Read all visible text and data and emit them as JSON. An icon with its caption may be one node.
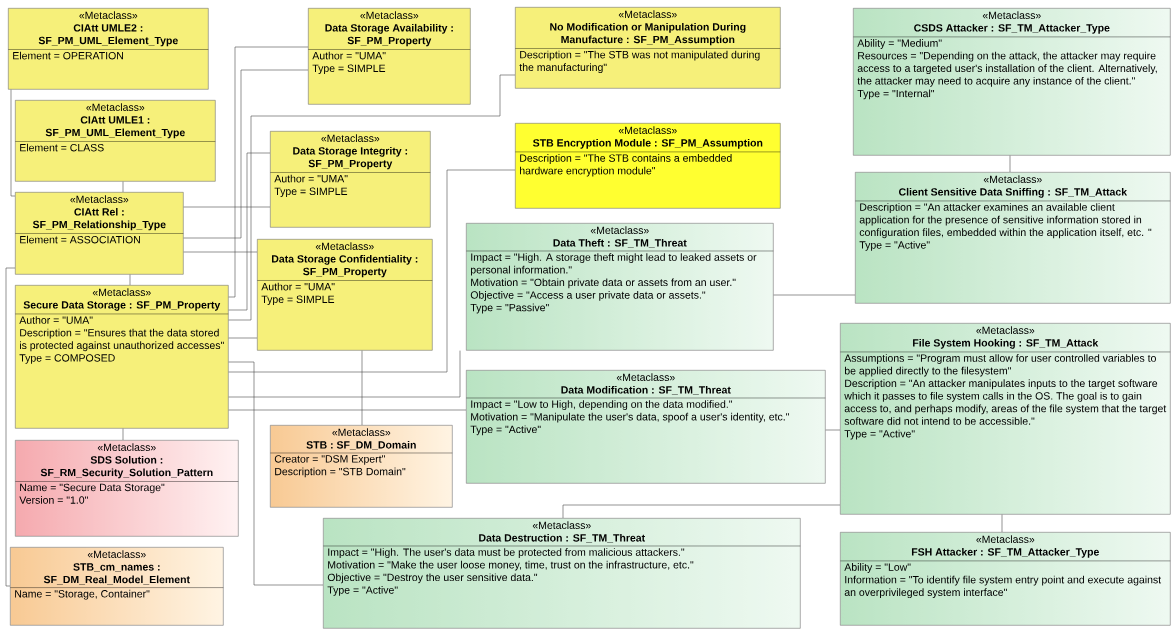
{
  "diagram": {
    "nodes": [
      {
        "text": [
          "«Metaclass»",
          "CIAtt UMLE2 : SF_PM_UML_Element_Type",
          "Element = OPERATION"
        ]
      },
      {
        "text": [
          "«Metaclass»",
          "CIAtt UMLE1 : SF_PM_UML_Element_Type",
          "Element = CLASS"
        ]
      },
      {
        "text": [
          "«Metaclass»",
          "CIAtt Rel : SF_PM_Relationship_Type",
          "Element = ASSOCIATION"
        ]
      },
      {
        "text": [
          "«Metaclass»",
          "Secure Data Storage : SF_PM_Property",
          "Author = \"UMA\"",
          "Description = \"Ensures that the data stored is protected against unauthorized accesses\"",
          "Type = COMPOSED"
        ]
      },
      {
        "text": [
          "«Metaclass»",
          "SDS Solution : SF_RM_Security_Solution_Pattern",
          "Name = \"Secure Data Storage\"",
          "Version = \"1.0\""
        ]
      },
      {
        "text": [
          "«Metaclass»",
          "STB_cm_names : SF_DM_Real_Model_Element",
          "Name = \"Storage, Container\""
        ]
      },
      {
        "text": [
          "«Metaclass»",
          "Data Storage Availability : SF_PM_Property",
          "Author = \"UMA\"",
          "Type = SIMPLE"
        ]
      },
      {
        "text": [
          "«Metaclass»",
          "Data Storage Integrity : SF_PM_Property",
          "Author = \"UMA\"",
          "Type = SIMPLE"
        ]
      },
      {
        "text": [
          "«Metaclass»",
          "Data Storage Confidentiality : SF_PM_Property",
          "Author = \"UMA\"",
          "Type = SIMPLE"
        ]
      },
      {
        "text": [
          "«Metaclass»",
          "No Modification or Manipulation During Manufacture : SF_PM_Assumption",
          "Description = \"The STB was not manipulated during the manufacturing\""
        ]
      },
      {
        "text": [
          "«Metaclass»",
          "STB Encryption Module : SF_PM_Assumption",
          "Description = \"The STB contains a embedded hardware encryption module\""
        ]
      },
      {
        "text": [
          "«Metaclass»",
          "STB : SF_DM_Domain",
          "Creator = \"DSM Expert\"",
          "Description = \"STB Domain\""
        ]
      },
      {
        "text": [
          "«Metaclass»",
          "Data Theft : SF_TM_Threat",
          "Impact = \"High. A storage theft might lead to leaked assets or personal information.\"",
          "Motivation = \"Obtain private data or assets from an user.\"",
          "Objective = \"Access a user private data or assets.\"",
          "Type = \"Passive\""
        ]
      },
      {
        "text": [
          "«Metaclass»",
          "Data Modification : SF_TM_Threat",
          "Impact = \"Low to High, depending on the data modified.\"",
          "Motivation = \"Manipulate the user's data, spoof a user's identity, etc.\"",
          "Type = \"Active\""
        ]
      },
      {
        "text": [
          "«Metaclass»",
          "Data Destruction : SF_TM_Threat",
          "Impact = \"High. The user's data must be protected from malicious attackers.\"",
          "Motivation = \"Make the user loose money, time, trust on the infrastructure, etc.\"",
          "Objective = \"Destroy the user sensitive data.\"",
          "Type = \"Active\""
        ]
      },
      {
        "text": [
          "«Metaclass»",
          "CSDS Attacker : SF_TM_Attacker_Type",
          "Ability = \"Medium\"",
          "Resources = \"Depending on the attack, the attacker may require access to a targeted user's installation of the client. Alternatively, the attacker may need to acquire any instance of the client.\"",
          "Type = \"Internal\""
        ]
      },
      {
        "text": [
          "«Metaclass»",
          "Client Sensitive Data Sniffing : SF_TM_Attack",
          "Description = \"An attacker examines an available client application for the presence of sensitive information stored in configuration files, embedded within the application itself, etc. \"",
          "Type = \"Active\""
        ]
      },
      {
        "text": [
          "«Metaclass»",
          "File System Hooking : SF_TM_Attack",
          "Assumptions = \"Program must allow for user controlled variables to be applied directly to the filesystem\"",
          "Description = \"An attacker manipulates inputs to the target software which it passes to file system calls in the OS. The goal is to gain access to, and perhaps modify, areas of the file system that the target software did not intend to be accessible.\"",
          "Type = \"Active\""
        ]
      },
      {
        "text": [
          "«Metaclass»",
          "FSH Attacker : SF_TM_Attacker_Type",
          "Ability = \"Low\"",
          "Information = \"To identify file system entry point and execute against an overprivileged system interface\""
        ]
      }
    ],
    "edges": [
      {
        "from": 0,
        "to": 2,
        "arrow": "none"
      },
      {
        "from": 1,
        "to": 2,
        "arrow": "none"
      },
      {
        "from": 2,
        "to": 3,
        "arrow": "none"
      },
      {
        "from": 2,
        "to": 5,
        "arrow": "none"
      },
      {
        "from": 3,
        "to": 4,
        "arrow": "none"
      },
      {
        "from": 3,
        "to": 6,
        "arrow": "none"
      },
      {
        "from": 2,
        "to": 6,
        "arrow": "none"
      },
      {
        "from": 2,
        "to": 7,
        "arrow": "none"
      },
      {
        "from": 3,
        "to": 7,
        "arrow": "none"
      },
      {
        "from": 2,
        "to": 8,
        "arrow": "none"
      },
      {
        "from": 3,
        "to": 8,
        "arrow": "none"
      },
      {
        "from": 3,
        "to": 9,
        "arrow": "none"
      },
      {
        "from": 3,
        "to": 10,
        "arrow": "none"
      },
      {
        "from": 3,
        "to": 12,
        "arrow": "none"
      },
      {
        "from": 3,
        "to": 13,
        "arrow": "none"
      },
      {
        "from": 3,
        "to": 14,
        "arrow": "none"
      },
      {
        "from": 8,
        "to": 11,
        "arrow": "none"
      },
      {
        "from": 12,
        "to": 16,
        "arrow": "none"
      },
      {
        "from": 15,
        "to": 16,
        "arrow": "none"
      },
      {
        "from": 13,
        "to": 17,
        "arrow": "none"
      },
      {
        "from": 14,
        "to": 17,
        "arrow": "none"
      },
      {
        "from": 17,
        "to": 18,
        "arrow": "none"
      }
    ]
  }
}
